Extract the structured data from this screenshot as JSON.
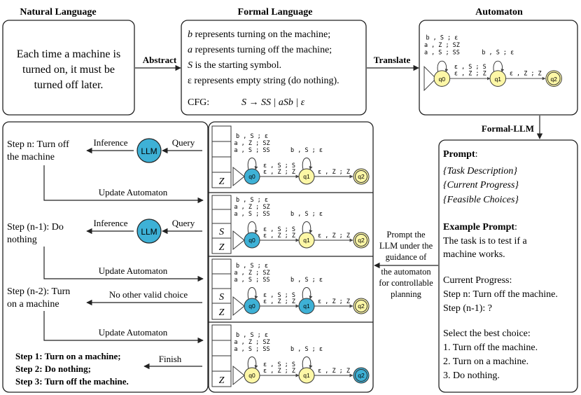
{
  "headers": {
    "natural_language": "Natural Language",
    "formal_language": "Formal Language",
    "automaton": "Automaton",
    "formal_llm": "Formal-LLM"
  },
  "natural_text": [
    "Each time a machine is",
    "turned on, it must be",
    "turned off later."
  ],
  "arrows": {
    "abstract": "Abstract",
    "translate": "Translate",
    "inference": "Inference",
    "query": "Query",
    "update_automaton": "Update Automaton",
    "no_other_choice": "No other valid choice",
    "finish": "Finish"
  },
  "formal": {
    "b_sym": "b",
    "b_desc": " represents turning on the machine;",
    "a_sym": "a",
    "a_desc": " represents turning off the machine;",
    "s_sym": "S",
    "s_desc": " is the starting symbol.",
    "eps_line": "ε represents empty string (do nothing).",
    "cfg_label": "CFG:",
    "cfg_rule": "S → SS | aSb | ε"
  },
  "automaton": {
    "states": [
      "q0",
      "q1",
      "q2"
    ],
    "loop_q0": [
      "b , S ; ε",
      "a , Z ; SZ",
      "a , S ; SS"
    ],
    "loop_q1": "b , S ; ε",
    "edge_q0_q1": [
      "ε , S ; S",
      "ε , Z ; Z"
    ],
    "edge_q1_q2": "ε , Z ; Z",
    "stack_bottom": "Z",
    "stack_s": "S"
  },
  "llm_label": "LLM",
  "steps": {
    "step_n": [
      "Step n: Turn off",
      "the machine"
    ],
    "step_n1": [
      "Step (n-1): Do",
      "nothing"
    ],
    "step_n2": [
      "Step (n-2): Turn",
      "on a machine"
    ],
    "final": [
      "Step 1: Turn on a machine;",
      "Step 2: Do nothing;",
      "Step 3: Turn off the machine."
    ]
  },
  "middle_note": [
    "Prompt the",
    "LLM under the",
    "guidance of",
    "the automaton",
    "for controllable",
    "planning"
  ],
  "prompt": {
    "title": "Prompt",
    "colon": ":",
    "lines": [
      "{Task Description}",
      "{Current Progress}",
      "{Feasible Choices}"
    ],
    "example_title": "Example Prompt",
    "example_lines": [
      "The task is to test if a",
      "machine works."
    ],
    "progress_lines": [
      "Current Progress:",
      "Step n: Turn off the machine.",
      "Step (n-1): ?"
    ],
    "select_label": "Select the best choice:",
    "choices": [
      "1.   Turn off the machine.",
      "2.   Turn on a machine.",
      "3.   Do nothing."
    ]
  },
  "colors": {
    "state_yellow": "#fdf7a6",
    "state_blue": "#3eb1d6",
    "llm_blue": "#3eb1d6",
    "stroke": "#222222"
  }
}
